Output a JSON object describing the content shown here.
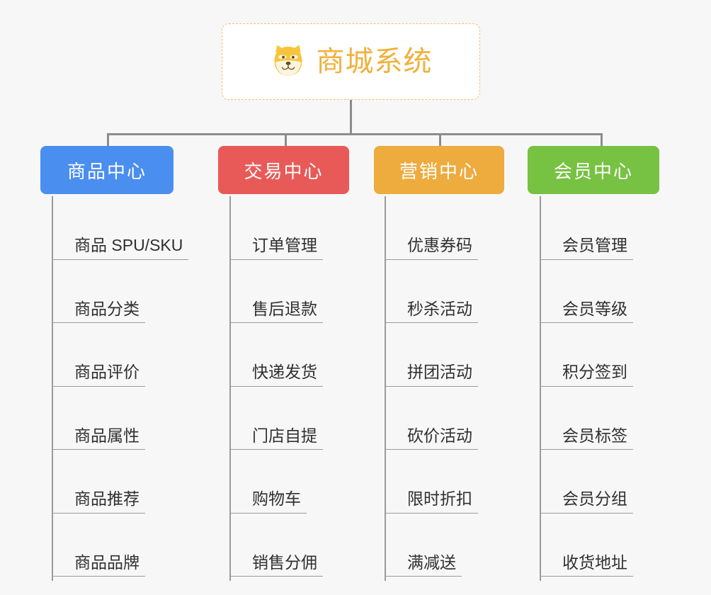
{
  "diagram": {
    "type": "org-tree",
    "background_color": "#f7f7f7",
    "root": {
      "title": "商城系统",
      "icon": "shiba-dog-icon",
      "text_color": "#f0b13c",
      "border_color": "#f0c070",
      "fill_color": "#ffffff"
    },
    "connector_color": "#8c8c8c",
    "spine_color": "#9b9b9b",
    "item_text_color": "#303030",
    "branches": [
      {
        "label": "商品中心",
        "color": "#4a8ef0",
        "items": [
          "商品 SPU/SKU",
          "商品分类",
          "商品评价",
          "商品属性",
          "商品推荐",
          "商品品牌"
        ]
      },
      {
        "label": "交易中心",
        "color": "#e85a58",
        "items": [
          "订单管理",
          "售后退款",
          "快递发货",
          "门店自提",
          "购物车",
          "销售分佣"
        ]
      },
      {
        "label": "营销中心",
        "color": "#eeab3e",
        "items": [
          "优惠券码",
          "秒杀活动",
          "拼团活动",
          "砍价活动",
          "限时折扣",
          "满减送"
        ]
      },
      {
        "label": "会员中心",
        "color": "#77c242",
        "items": [
          "会员管理",
          "会员等级",
          "积分签到",
          "会员标签",
          "会员分组",
          "收货地址"
        ]
      }
    ]
  }
}
